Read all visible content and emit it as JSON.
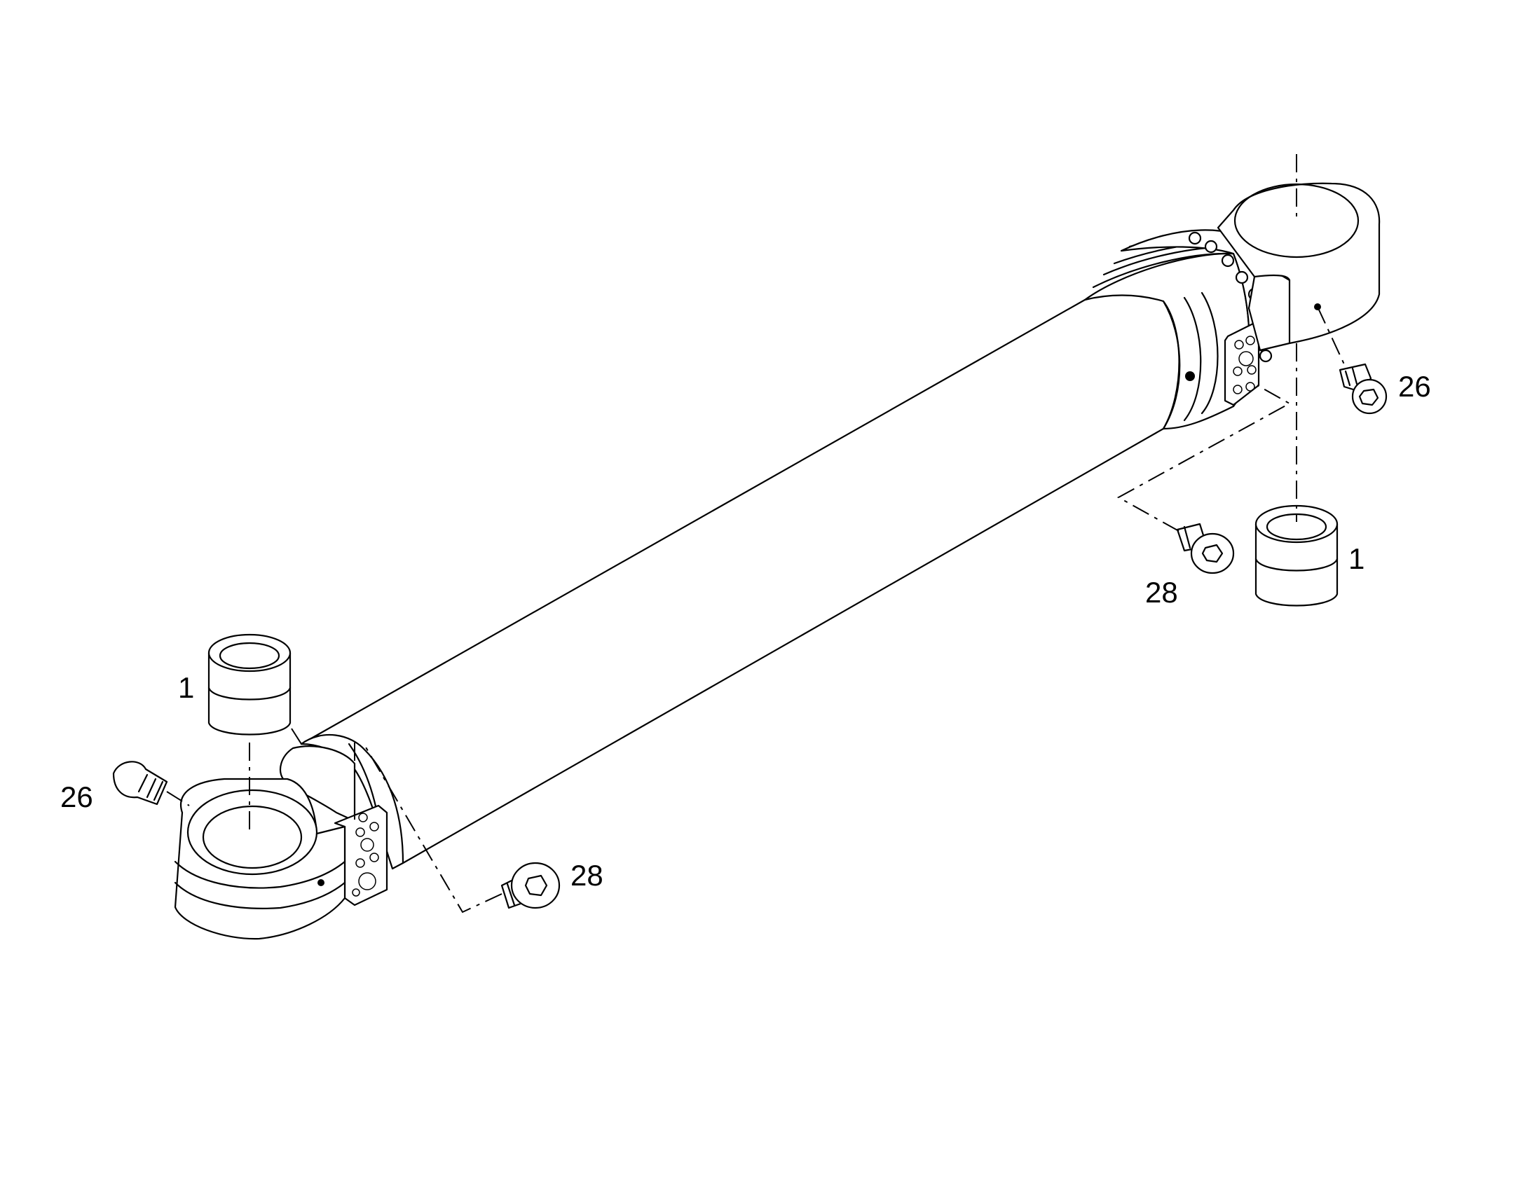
{
  "callouts": {
    "bushing_top_right": "1",
    "bushing_left": "1",
    "grease_fitting_top_right": "26",
    "grease_fitting_left": "26",
    "plug_right": "28",
    "plug_left": "28"
  },
  "colors": {
    "line": "#000000",
    "background": "#ffffff"
  }
}
